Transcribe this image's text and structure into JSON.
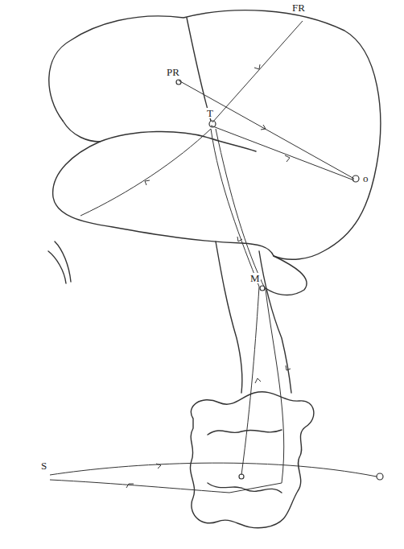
{
  "diagram": {
    "labels": [
      "FR",
      "PR",
      "T",
      "o",
      "M",
      "S"
    ]
  }
}
